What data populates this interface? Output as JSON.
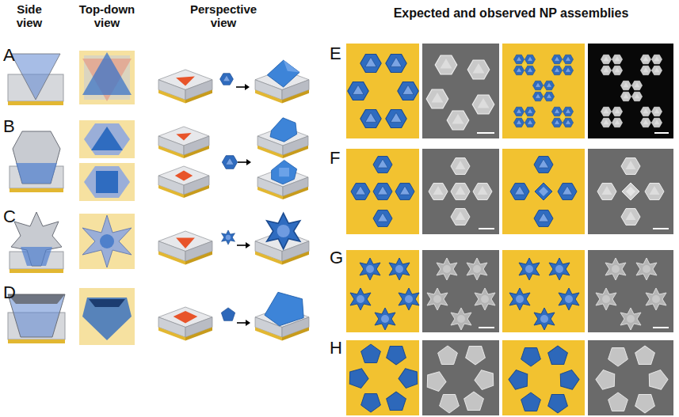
{
  "diagram": {
    "labels": [
      "Side view",
      "Top-down view",
      "Perspective view",
      "Expected and observed NP assemblies",
      "A",
      "B",
      "C",
      "D",
      "E",
      "F",
      "G",
      "H"
    ]
  }
}
